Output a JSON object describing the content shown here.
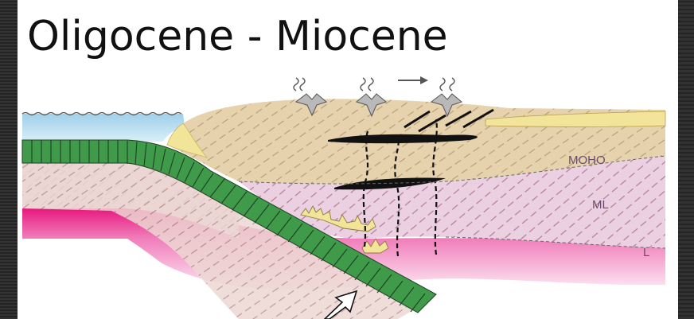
{
  "slide": {
    "title": "Oligocene - Miocene"
  },
  "diagram": {
    "labels": {
      "moho": "MOHO",
      "ml": "ML",
      "l": "L"
    },
    "colors": {
      "sea": "#b8dcef",
      "crust": "#e6d2ad",
      "mantle_lithosphere": "#ead0e0",
      "asthenosphere_top": "#e8187f",
      "slab": "#3f9a4a",
      "sediment": "#f2e59a",
      "melt": "#111111",
      "volcano": "#b9b9b9"
    }
  }
}
